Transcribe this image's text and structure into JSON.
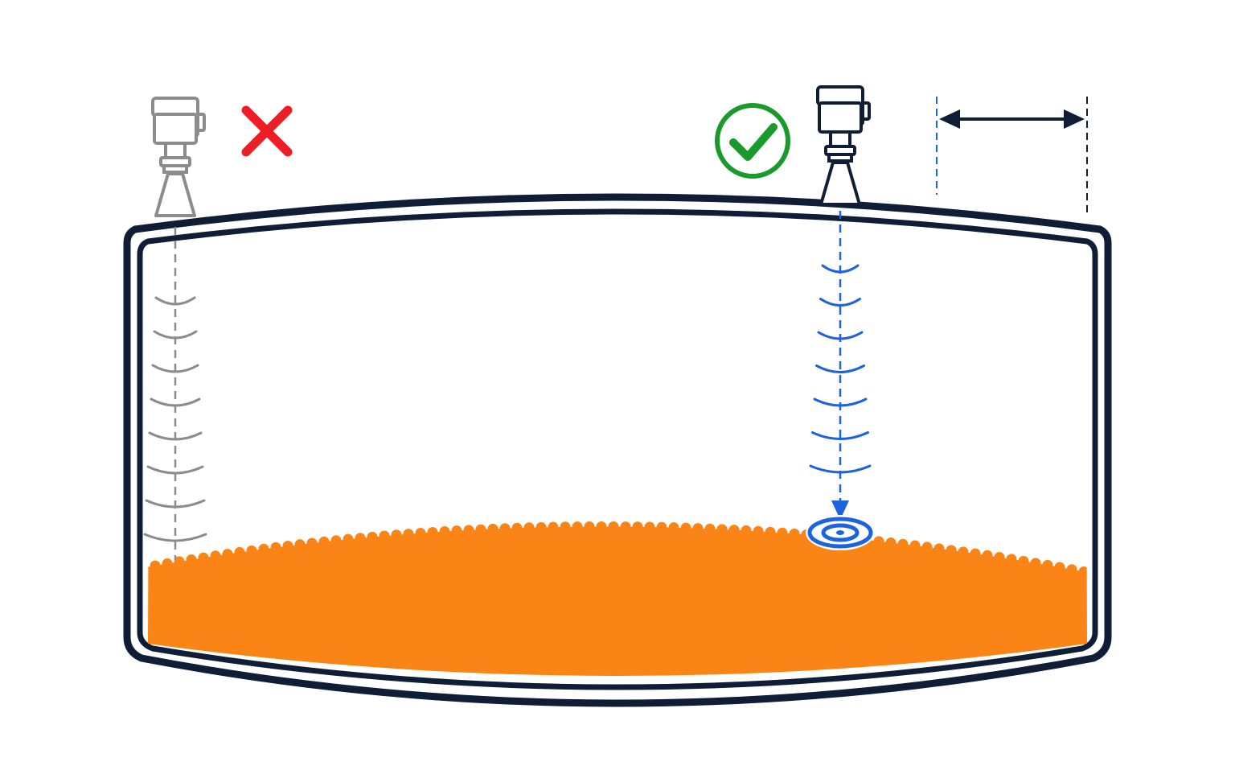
{
  "diagram": {
    "colors": {
      "tank_outline": "#0f1e36",
      "material_fill": "#fb8417",
      "correct_sensor": "#0f1e36",
      "incorrect_sensor": "#8c8c8c",
      "correct_signal": "#1c63e0",
      "incorrect_signal": "#8c8c8c",
      "correct_mark": "#1a9a2a",
      "incorrect_mark": "#ee1c24",
      "dimension_arrow": "#0f1e36",
      "dimension_line_inner": "#1c63e0",
      "dimension_line_outer": "#0f1e36"
    },
    "icons": {
      "correct": "checkmark-circle-icon",
      "incorrect": "cross-icon",
      "sensor": "radar-level-sensor-icon",
      "echo": "target-ripple-icon"
    },
    "sensors": [
      {
        "id": "incorrect",
        "status": "incorrect",
        "wave_count": 8
      },
      {
        "id": "correct",
        "status": "correct",
        "wave_count": 7
      }
    ]
  }
}
